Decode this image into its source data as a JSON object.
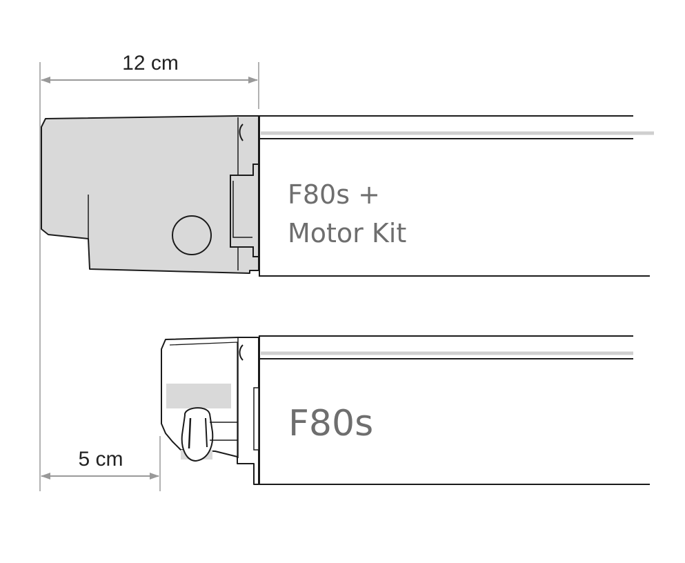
{
  "dimensions": {
    "top_width": "12 cm",
    "bottom_width": "5 cm"
  },
  "products": {
    "top_line1": "F80s +",
    "top_line2": "Motor Kit",
    "bottom": "F80s"
  },
  "colors": {
    "housing_fill": "#d9d9d9",
    "outline": "#1a1a1a",
    "dimension_line": "#999999",
    "product_text": "#6e6e6e",
    "rail_highlight": "#cfcfcf"
  }
}
